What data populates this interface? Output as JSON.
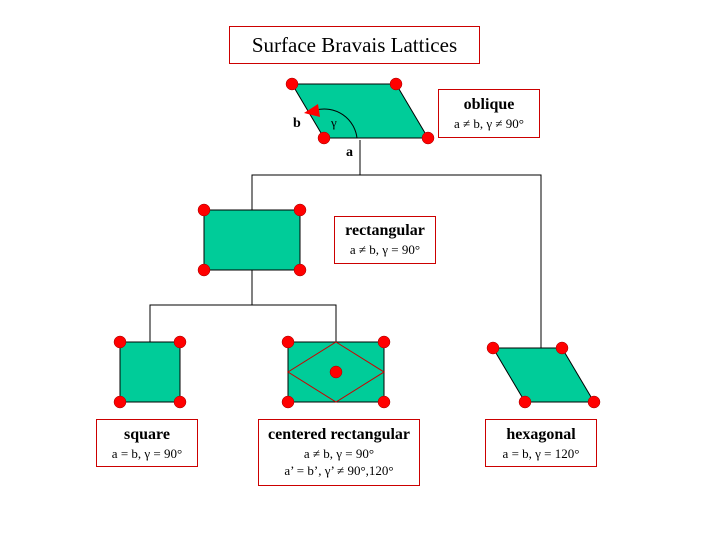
{
  "title": "Surface Bravais Lattices",
  "labels": {
    "a": "a",
    "b": "b",
    "gamma": "γ"
  },
  "lattices": {
    "oblique": {
      "name": "oblique",
      "condition": "a ≠ b, γ ≠ 90°"
    },
    "rectangular": {
      "name": "rectangular",
      "condition": "a ≠ b, γ = 90°"
    },
    "square": {
      "name": "square",
      "condition": "a = b, γ = 90°"
    },
    "centered_rectangular": {
      "name": "centered rectangular",
      "condition": "a ≠ b, γ = 90°",
      "condition2": "a’ = b’, γ’ ≠ 90°,120°"
    },
    "hexagonal": {
      "name": "hexagonal",
      "condition": "a = b, γ = 120°"
    }
  },
  "colors": {
    "fill": "#00cc99",
    "lattice_point": "#ff0000",
    "box_border": "#cc0000",
    "line": "#000000"
  }
}
